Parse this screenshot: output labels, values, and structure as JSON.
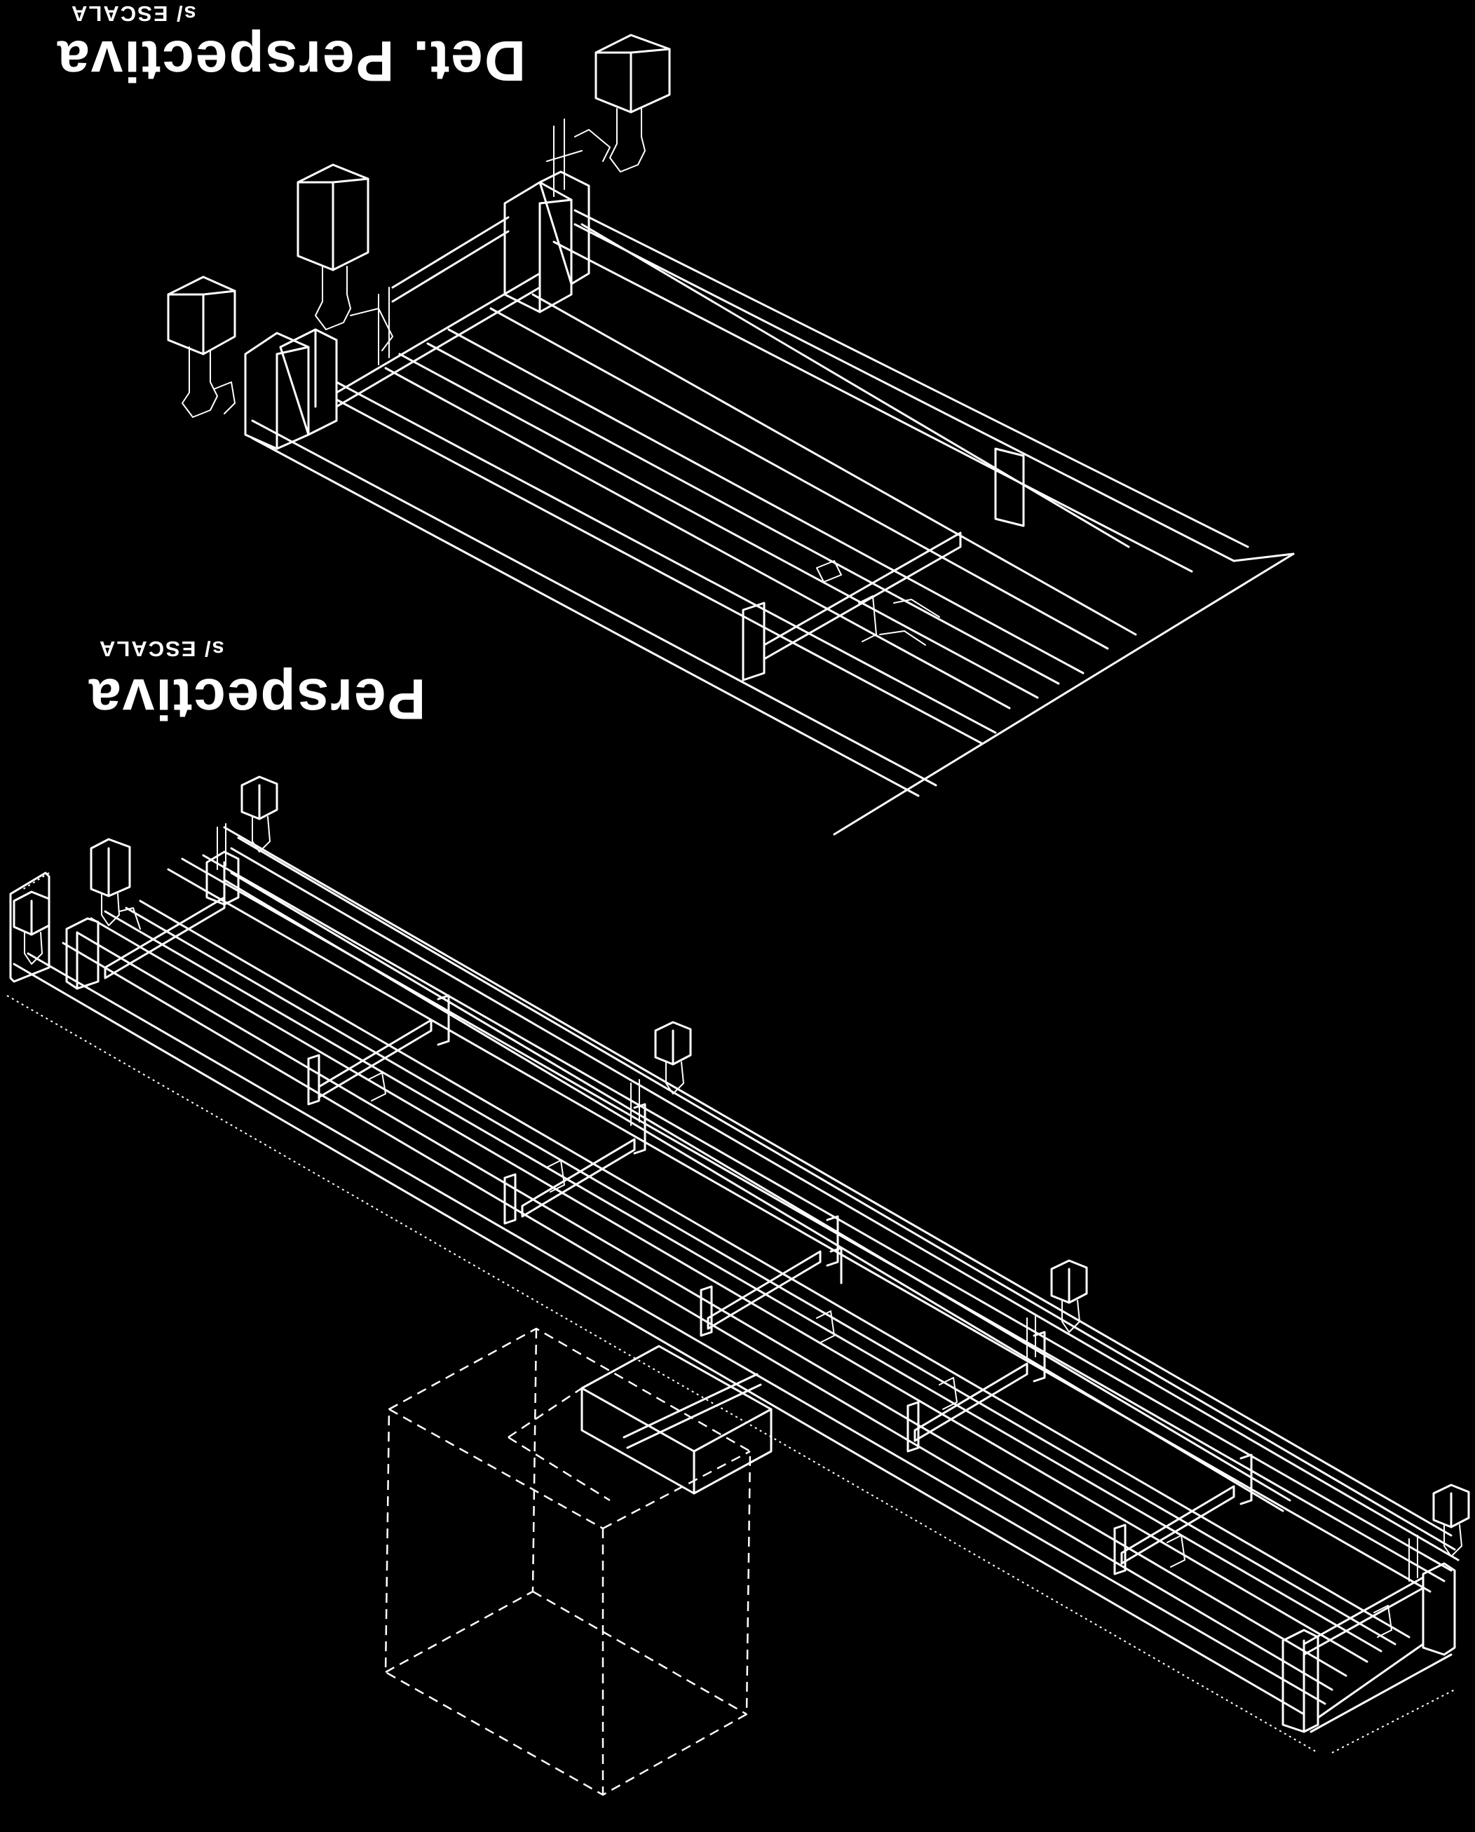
{
  "labels": {
    "detail_title": "Det. Perspectiva",
    "detail_scale": "s/ ESCALA",
    "main_title": "Perspectiva",
    "main_scale": "s/ ESCALA"
  },
  "colors": {
    "background": "#000000",
    "line": "#ffffff"
  }
}
